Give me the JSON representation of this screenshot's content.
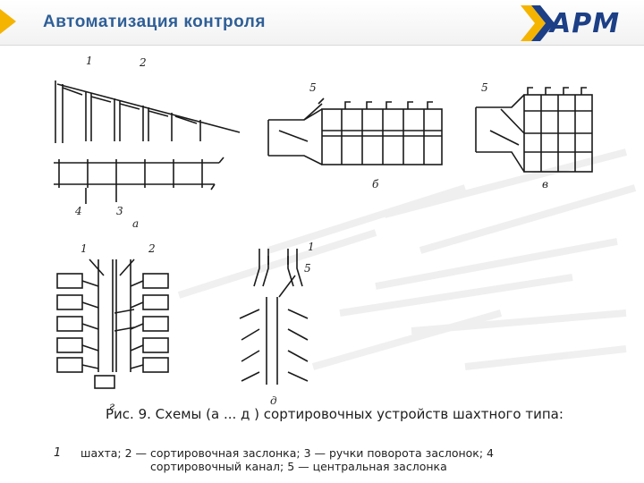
{
  "header": {
    "title": "Автоматизация контроля",
    "logo_text": "АРМ",
    "accent_color": "#f5b400",
    "title_color": "#2f5f97",
    "logo_color": "#1c3f86"
  },
  "figure": {
    "labels": {
      "a1": "1",
      "a2": "2",
      "a3": "3",
      "a4": "4",
      "a_letter": "а",
      "b5": "5",
      "b_letter": "б",
      "v5": "5",
      "v_letter": "в",
      "g1": "1",
      "g2": "2",
      "g_letter": "г",
      "d1": "1",
      "d5": "5",
      "d_letter": "д"
    }
  },
  "caption": {
    "title": "Рис. 9. Схемы (а ... д ) сортировочных устройств шахтного типа:",
    "number": "1",
    "line1": "шахта; 2 — сортировочная заслонка; 3 — ручки поворота заслонок; 4",
    "line2": "сортировочный канал; 5 — центральная заслонка"
  }
}
